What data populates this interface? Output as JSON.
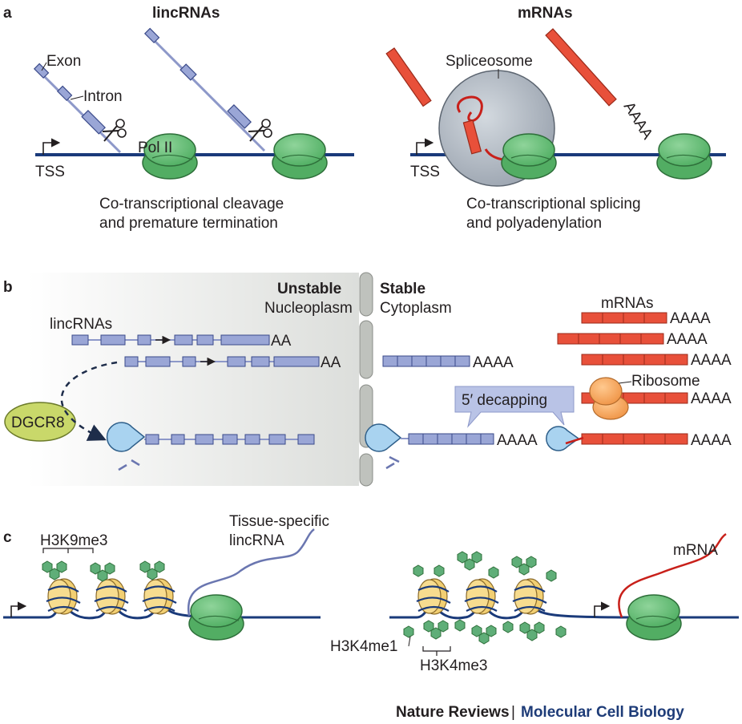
{
  "panel_a": {
    "label": "a",
    "left_title": "lincRNAs",
    "right_title": "mRNAs",
    "exon": "Exon",
    "intron": "Intron",
    "pol": "Pol II",
    "tss_left": "TSS",
    "tss_right": "TSS",
    "spliceosome": "Spliceosome",
    "polya": "AAAA",
    "caption_left_1": "Co-transcriptional cleavage",
    "caption_left_2": "and premature termination",
    "caption_right_1": "Co-transcriptional splicing",
    "caption_right_2": "and polyadenylation"
  },
  "panel_b": {
    "label": "b",
    "unstable": "Unstable",
    "nucleoplasm": "Nucleoplasm",
    "stable": "Stable",
    "cytoplasm": "Cytoplasm",
    "lincrnas": "lincRNAs",
    "aa1": "AA",
    "aa2": "AA",
    "dgcr8": "DGCR8",
    "aaaa_cyto1": "AAAA",
    "aaaa_cyto2": "AAAA",
    "decapping": "5′ decapping",
    "mrnas": "mRNAs",
    "ribosome": "Ribosome",
    "m_aaaa": [
      "AAAA",
      "AAAA",
      "AAAA",
      "AAAA",
      "AAAA"
    ]
  },
  "panel_c": {
    "label": "c",
    "h3k9me3": "H3K9me3",
    "tissue_1": "Tissue-specific",
    "tissue_2": "lincRNA",
    "mrna": "mRNA",
    "h3k4me1": "H3K4me1",
    "h3k4me3": "H3K4me3"
  },
  "footer": {
    "journal": "Nature Reviews",
    "separator": "|",
    "subject": "Molecular Cell Biology"
  },
  "colors": {
    "dna": "#1a3a7a",
    "lincrna": "#9aa6d6",
    "mrna": "#e8503a",
    "pol2": "#6cc07a",
    "spliceosome": "#a9b1bb",
    "ribosome": "#f4a866",
    "dgcr8": "#c9d86a",
    "decapping_enzyme": "#a9d3f0",
    "histone": "#f2cf72",
    "mark": "#4f9f6a"
  }
}
